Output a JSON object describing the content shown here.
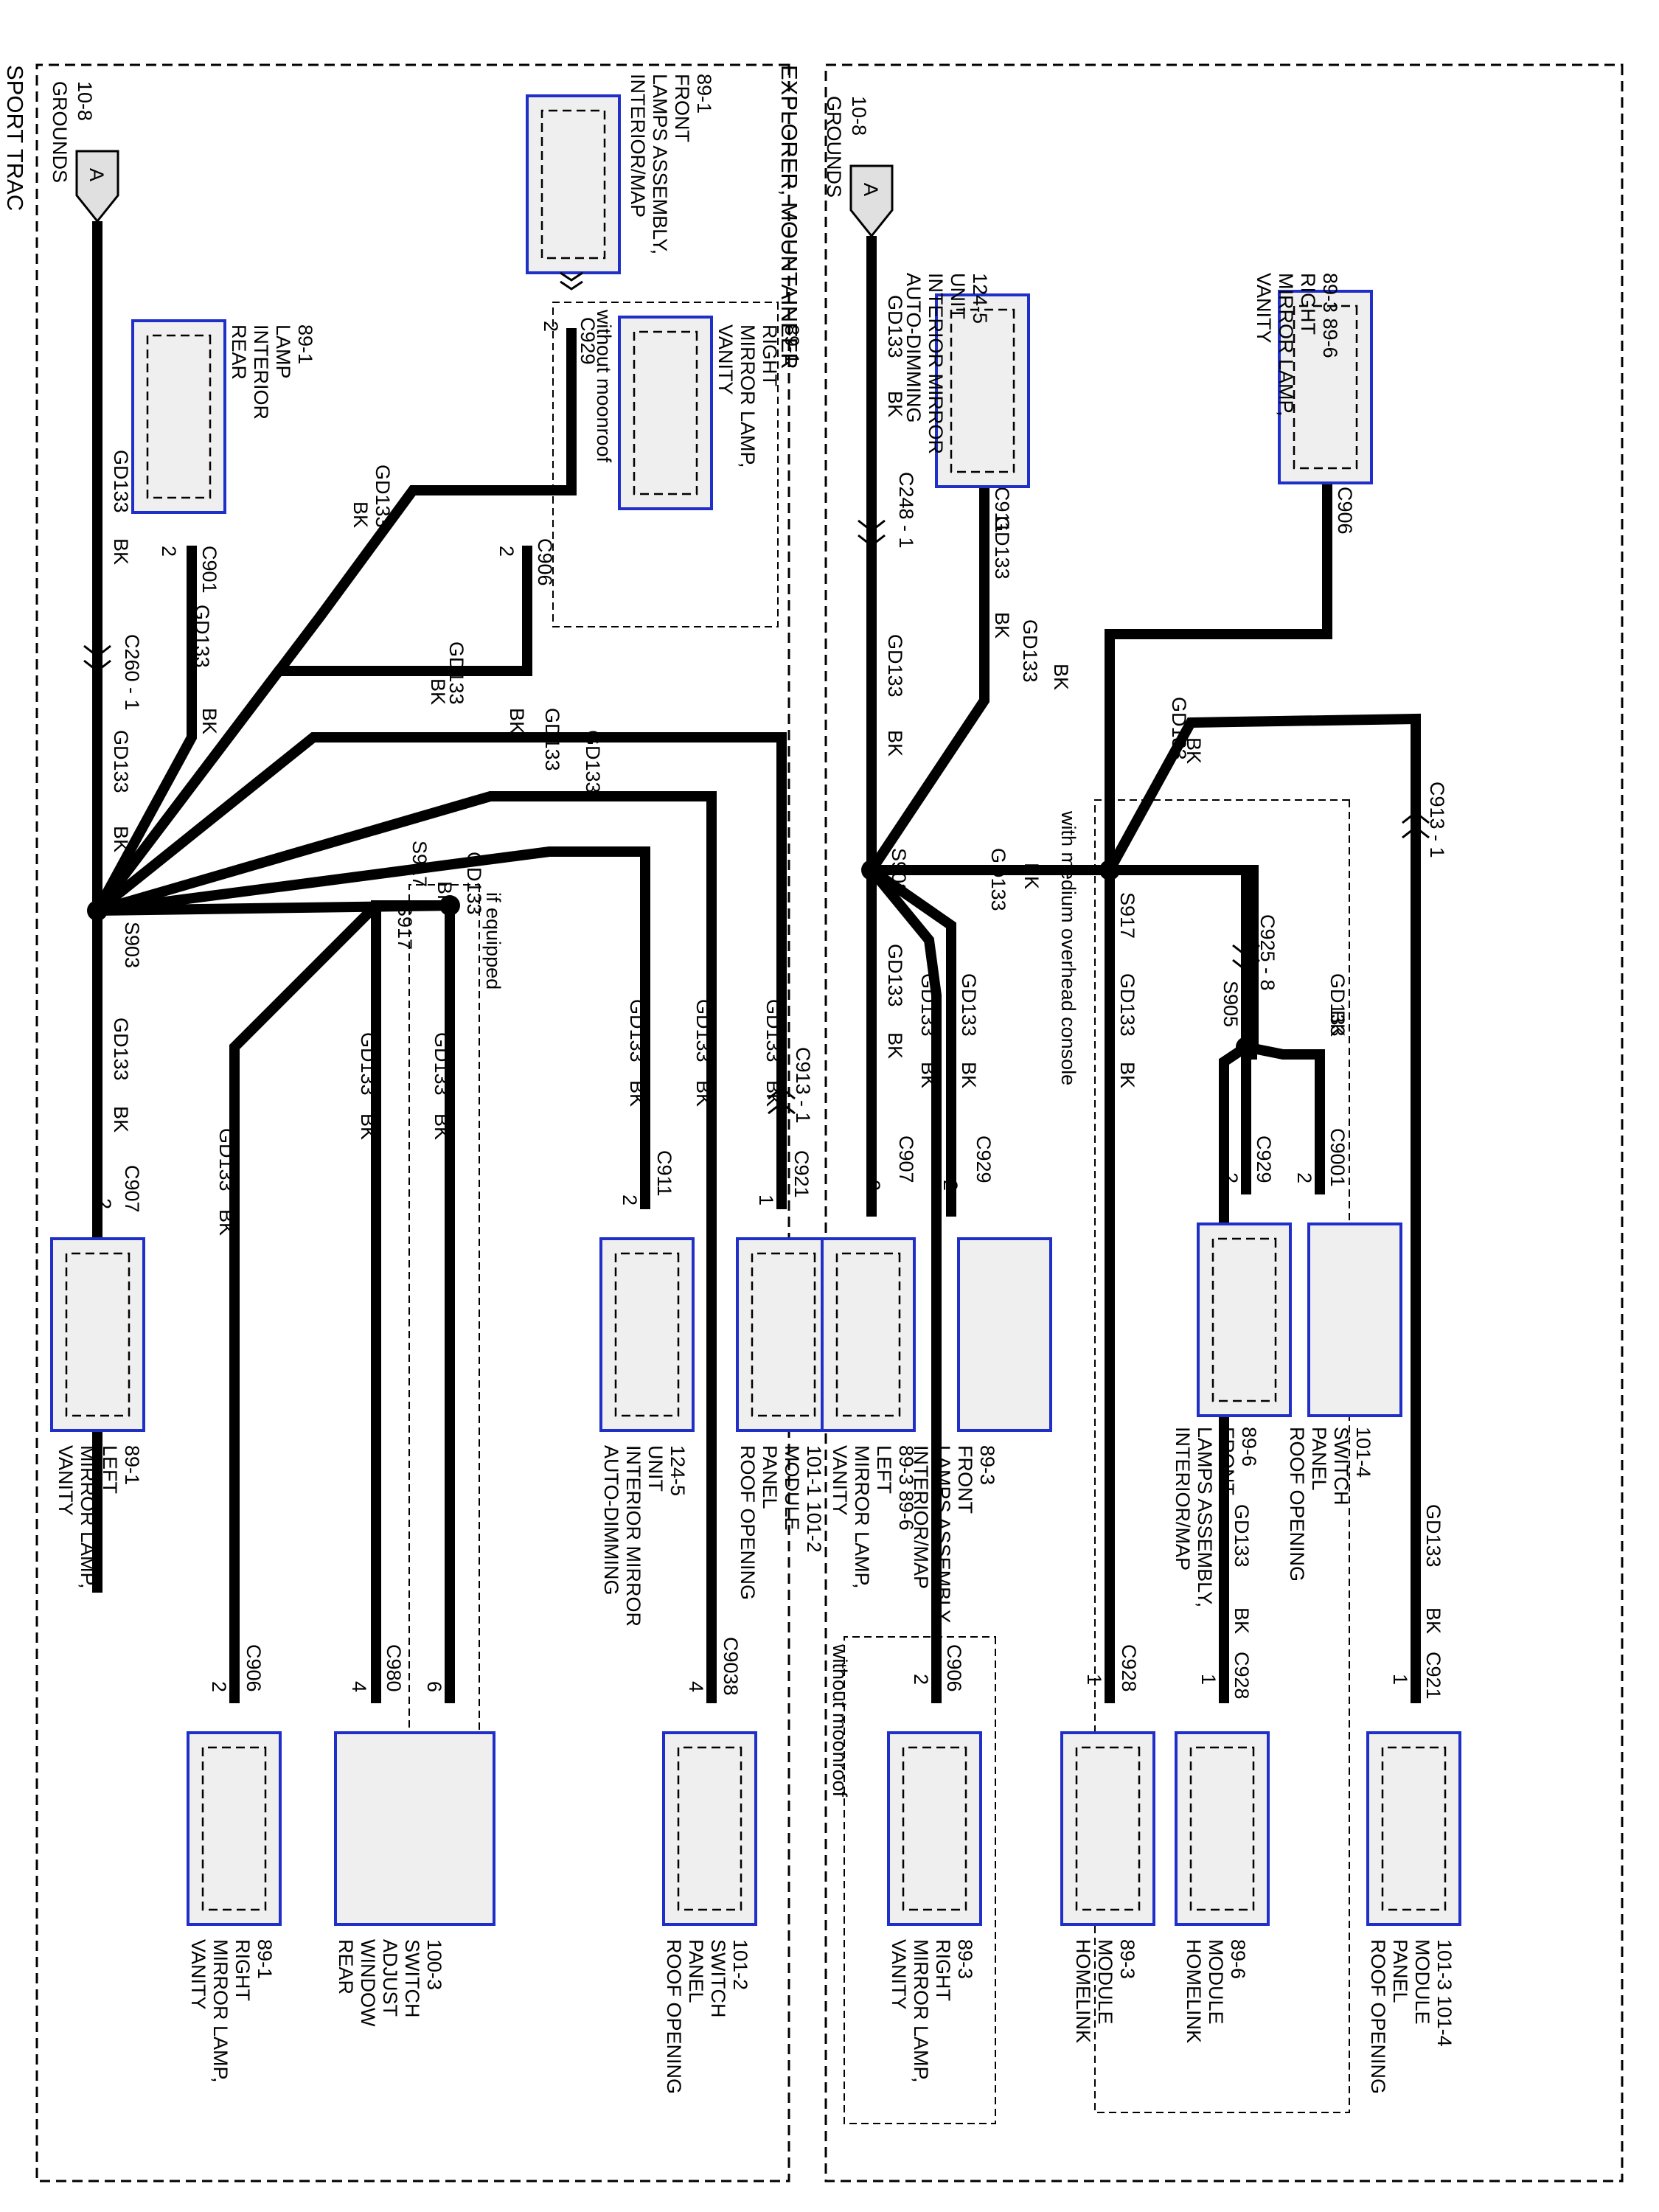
{
  "colors": {
    "component_border": "#1f2fc8",
    "component_fill": "#efefef",
    "wire": "#000000"
  },
  "sport": {
    "title": "SPORT TRAC",
    "grounds": [
      "GROUNDS",
      "10-8"
    ],
    "grounds_letter": "A",
    "rear_interior_lamp": [
      "REAR",
      "INTERIOR",
      "LAMP",
      "89-1"
    ],
    "interior_map_lamps": [
      "INTERIOR/MAP",
      "LAMPS ASSEMBLY,",
      "FRONT",
      "89-1"
    ],
    "vanity_right_top": [
      "VANITY",
      "MIRROR LAMP,",
      "RIGHT",
      "89-1"
    ],
    "without_moonroof": "without moonroof",
    "if_equipped": "if equipped",
    "vanity_left": [
      "VANITY",
      "MIRROR LAMP,",
      "LEFT",
      "89-1"
    ],
    "auto_dimming": [
      "AUTO-DIMMING",
      "INTERIOR MIRROR",
      "UNIT",
      "124-5"
    ],
    "roof_module": [
      "ROOF OPENING",
      "PANEL",
      "MODULE",
      "101-1    101-2"
    ],
    "vanity_right_bottom": [
      "VANITY",
      "MIRROR LAMP,",
      "RIGHT",
      "89-1"
    ],
    "rear_window": [
      "REAR",
      "WINDOW",
      "ADJUST",
      "SWITCH",
      "100-3"
    ],
    "roof_switch": [
      "ROOF OPENING",
      "PANEL",
      "SWITCH",
      "101-2"
    ],
    "wire_circuit": "GD133",
    "wire_color": "BK",
    "inline_c260": "C260 - 1",
    "inline_c913": "C913 - 1",
    "splice_s903": "S903",
    "splice_s917": "S917",
    "c929": "C929",
    "c901": "C901",
    "c906": "C906",
    "c907": "C907",
    "c911": "C911",
    "c921": "C921",
    "c980": "C980",
    "c9038": "C9038",
    "pin_1": "1",
    "pin_2": "2",
    "pin_4": "4",
    "pin_6": "6"
  },
  "explorer": {
    "title": "EXPLORER, MOUNTAINEER",
    "grounds": [
      "GROUNDS",
      "10-8"
    ],
    "grounds_letter": "A",
    "auto_dimming": [
      "AUTO-DIMMING",
      "INTERIOR MIRROR",
      "UNIT",
      "124-5"
    ],
    "vanity_right_top": [
      "VANITY",
      "MIRROR LAMP,",
      "RIGHT",
      "89-3    89-6"
    ],
    "with_medium_console": "with medium overhead console",
    "without_moonroof": "without moonroof",
    "vanity_left": [
      "VANITY",
      "MIRROR LAMP,",
      "LEFT",
      "89-3    89-6"
    ],
    "interior_map_89_3": [
      "INTERIOR/MAP",
      "LAMPS ASSEMBLY,",
      "FRONT",
      "89-3"
    ],
    "interior_map_89_6": [
      "INTERIOR/MAP",
      "LAMPS ASSEMBLY,",
      "FRONT",
      "89-6"
    ],
    "roof_switch": [
      "ROOF OPENING",
      "PANEL",
      "SWITCH",
      "101-4"
    ],
    "vanity_right_bottom": [
      "VANITY",
      "MIRROR LAMP,",
      "RIGHT",
      "89-3"
    ],
    "homelink_89_3": [
      "HOMELINK",
      "MODULE",
      "89-3"
    ],
    "homelink_89_6": [
      "HOMELINK",
      "MODULE",
      "89-6"
    ],
    "roof_module": [
      "ROOF OPENING",
      "PANEL",
      "MODULE",
      "101-3    101-4"
    ],
    "wire_circuit": "GD133",
    "wire_color": "BK",
    "inline_c248": "C248 - 1",
    "inline_c913": "C913 - 1",
    "inline_c925": "C925 - 8",
    "splice_s903": "S903",
    "splice_s917": "S917",
    "splice_s905": "S905",
    "c911": "C911",
    "c906": "C906",
    "c907": "C907",
    "c929": "C929",
    "c9001": "C9001",
    "c921": "C921",
    "c928": "C928",
    "pin_1": "1",
    "pin_2": "2"
  }
}
